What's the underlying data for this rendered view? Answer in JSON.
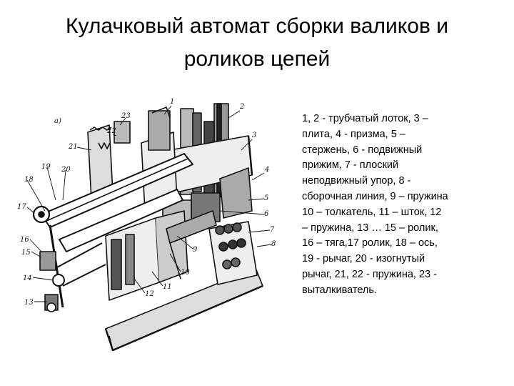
{
  "title": {
    "line1": "Кулачковый автомат сборки валиков и",
    "line2": "роликов цепей"
  },
  "figure": {
    "panel_label": "а)",
    "part_labels": [
      "1",
      "2",
      "3",
      "4",
      "5",
      "6",
      "7",
      "8",
      "9",
      "10",
      "11",
      "12",
      "13",
      "14",
      "15",
      "16",
      "17",
      "18",
      "19",
      "20",
      "21",
      "22",
      "23"
    ]
  },
  "caption": {
    "lines": [
      "1, 2 - трубчатый лоток, 3 –",
      "плита, 4 - призма, 5 –",
      "стержень, 6 - подвижный",
      "прижим, 7 - плоский",
      "неподвижный упор, 8 -",
      "сборочная линия, 9 – пружина",
      "10 – толкатель, 11 – шток, 12",
      "– пружина, 13 … 15 – ролик,",
      "16 – тяга,17 ролик, 18 – ось,",
      "19 - рычаг, 20 - изогнутый",
      "рычаг, 21, 22 - пружина, 23 -",
      "выталкиватель."
    ]
  }
}
